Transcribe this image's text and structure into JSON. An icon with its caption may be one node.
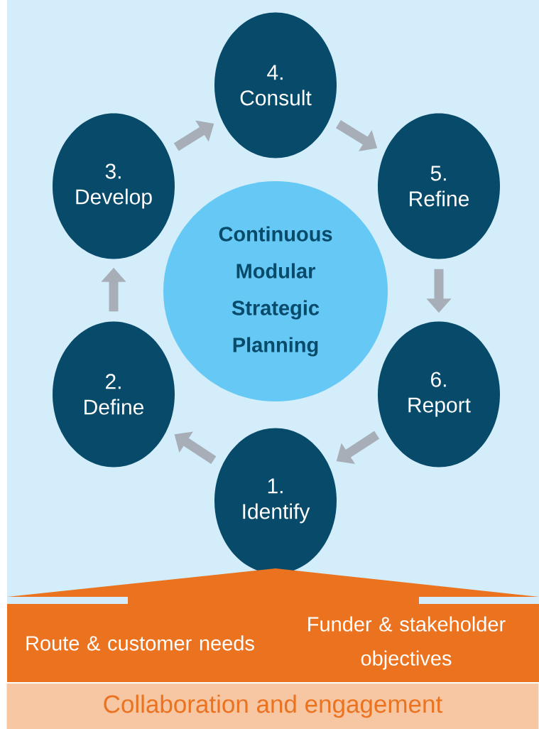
{
  "diagram": {
    "nodes": [
      {
        "text": [
          "Continuous Modular Strategic Planning"
        ]
      },
      {
        "text": [
          "1. Identify"
        ]
      },
      {
        "text": [
          "2. Define"
        ]
      },
      {
        "text": [
          "3. Develop"
        ]
      },
      {
        "text": [
          "4. Consult"
        ]
      },
      {
        "text": [
          "5. Refine"
        ]
      },
      {
        "text": [
          "6. Report"
        ]
      },
      {
        "text": [
          "Route & customer needs",
          "Funder & stakeholder objectives"
        ]
      },
      {
        "text": [
          "Collaboration and engagement"
        ]
      }
    ],
    "edges": [
      {
        "from": 1,
        "to": 2,
        "arrow": "to"
      },
      {
        "from": 2,
        "to": 3,
        "arrow": "to"
      },
      {
        "from": 3,
        "to": 4,
        "arrow": "to"
      },
      {
        "from": 4,
        "to": 5,
        "arrow": "to"
      },
      {
        "from": 5,
        "to": 6,
        "arrow": "to"
      },
      {
        "from": 6,
        "to": 1,
        "arrow": "to"
      }
    ]
  }
}
